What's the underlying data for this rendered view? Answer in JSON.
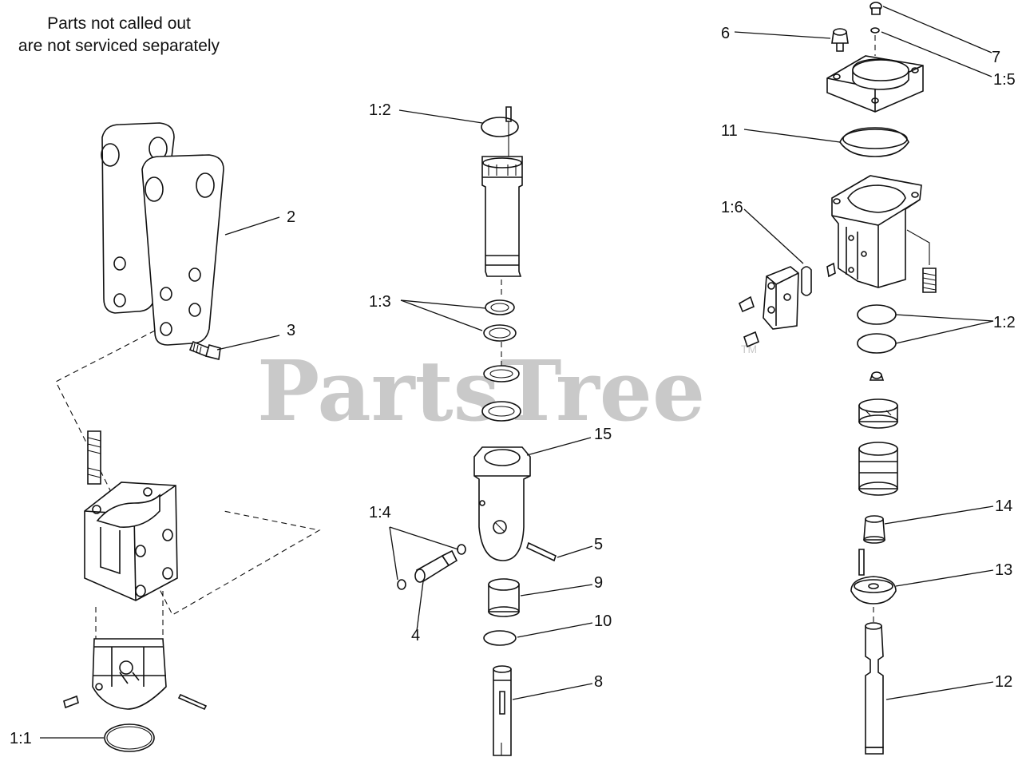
{
  "note": {
    "line1": "Parts not called out",
    "line2": "are not serviced separately"
  },
  "watermark": {
    "text": "PartsTree",
    "tm": "TM"
  },
  "callouts": [
    {
      "id": "2",
      "label": "2"
    },
    {
      "id": "3",
      "label": "3"
    },
    {
      "id": "1-1",
      "label": "1:1"
    },
    {
      "id": "1-2-center",
      "label": "1:2"
    },
    {
      "id": "1-3",
      "label": "1:3"
    },
    {
      "id": "15",
      "label": "15"
    },
    {
      "id": "1-4",
      "label": "1:4"
    },
    {
      "id": "4",
      "label": "4"
    },
    {
      "id": "5",
      "label": "5"
    },
    {
      "id": "9",
      "label": "9"
    },
    {
      "id": "10",
      "label": "10"
    },
    {
      "id": "8",
      "label": "8"
    },
    {
      "id": "6",
      "label": "6"
    },
    {
      "id": "7",
      "label": "7"
    },
    {
      "id": "1-5",
      "label": "1:5"
    },
    {
      "id": "11",
      "label": "11"
    },
    {
      "id": "1-6",
      "label": "1:6"
    },
    {
      "id": "1-2-right",
      "label": "1:2"
    },
    {
      "id": "14",
      "label": "14"
    },
    {
      "id": "13",
      "label": "13"
    },
    {
      "id": "12",
      "label": "12"
    }
  ]
}
